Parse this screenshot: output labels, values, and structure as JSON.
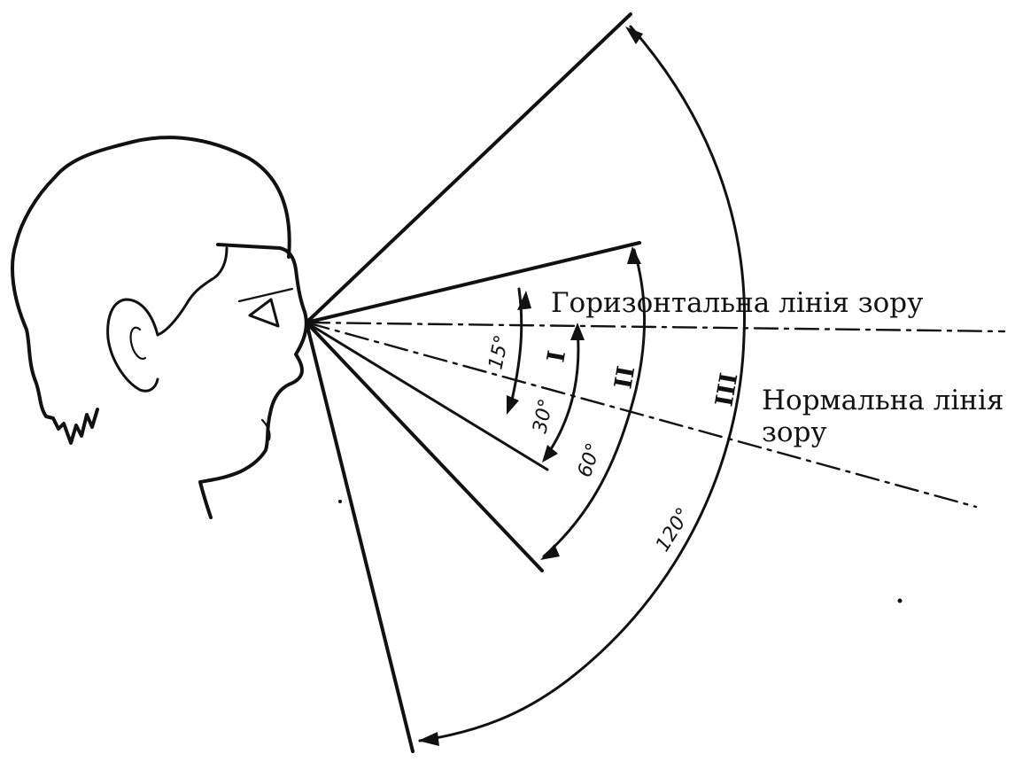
{
  "labels": {
    "horizontal_line": "Горизонтальна лінія зору",
    "normal_line_1": "Нормальна лінія",
    "normal_line_2": "зору"
  },
  "zones": {
    "zone_1": "I",
    "zone_2": "II",
    "zone_3": "III"
  },
  "angles": {
    "a15": "15°",
    "a30": "30°",
    "a60": "60°",
    "a120": "120°"
  },
  "colors": {
    "ink": "#111111",
    "background": "#ffffff"
  }
}
